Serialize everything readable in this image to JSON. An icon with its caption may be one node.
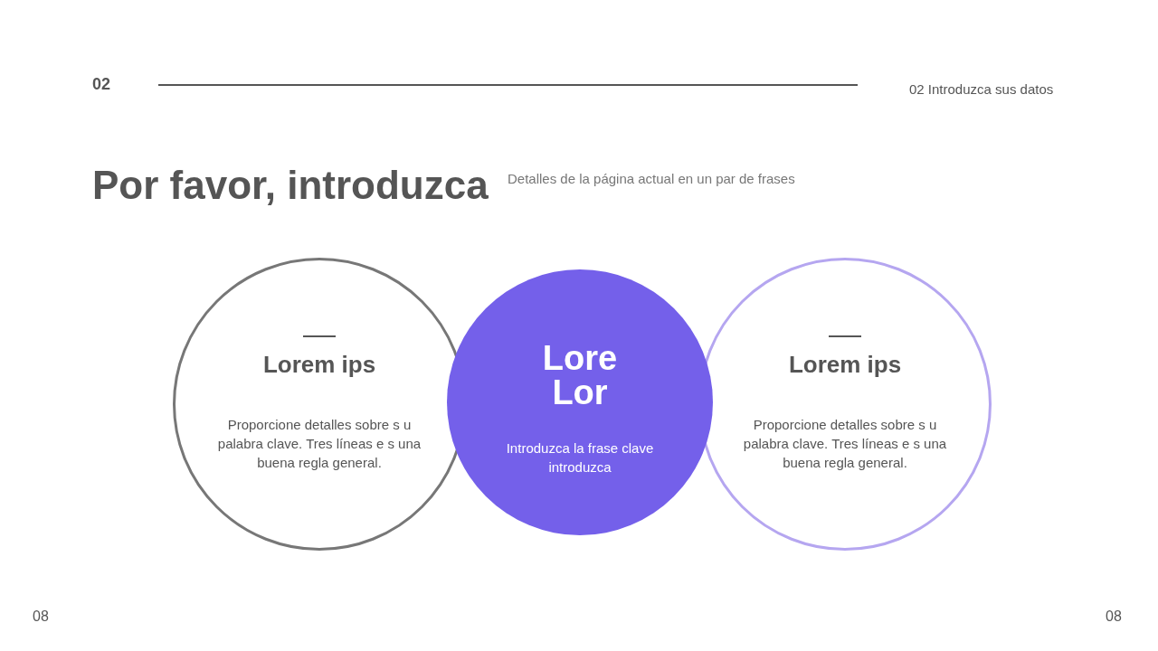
{
  "diagram": {
    "title": "Por favor, introduzca",
    "nodes": [
      {
        "text": [
          "Lorem ips",
          "Proporcione detalles sobre s u palabra clave. Tres líneas e s una buena regla general."
        ]
      },
      {
        "text": [
          "Lore Lor",
          "Introduzca la frase clave introduzca"
        ]
      },
      {
        "text": [
          "Lorem ips",
          "Proporcione detalles sobre s u palabra clave. Tres líneas e s una buena regla general."
        ]
      }
    ],
    "labels": [
      "02",
      "02 Introduzca sus datos",
      "Detalles de la página actual en un par de frases",
      "08",
      "08"
    ]
  }
}
